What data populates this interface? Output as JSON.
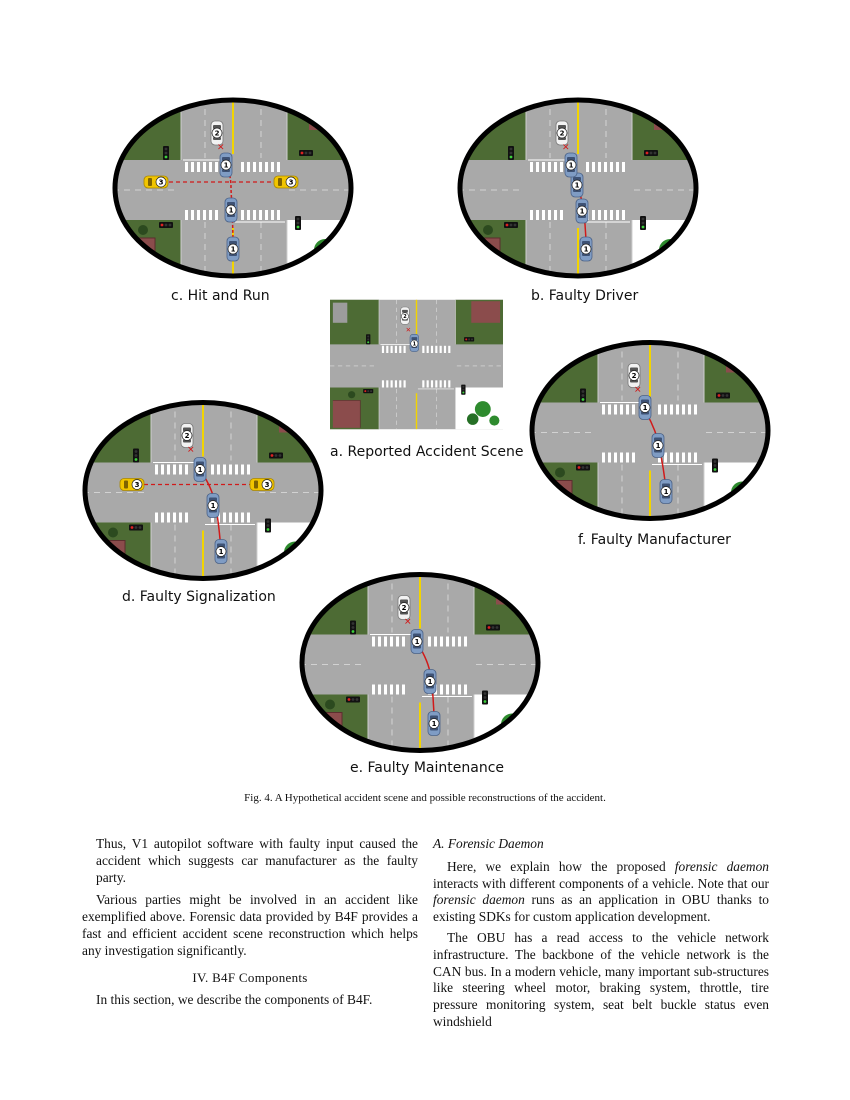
{
  "panels": {
    "a": {
      "caption": "a. Reported Accident Scene"
    },
    "b": {
      "caption": "b. Faulty Driver"
    },
    "c": {
      "caption": "c. Hit and Run"
    },
    "d": {
      "caption": "d. Faulty Signalization"
    },
    "e": {
      "caption": "e. Faulty Maintenance"
    },
    "f": {
      "caption": "f. Faulty Manufacturer"
    }
  },
  "car_labels": {
    "v1": "1",
    "v2": "2",
    "v3": "3"
  },
  "figure_caption": "Fig. 4.   A Hypothetical accident scene and possible reconstructions of the accident.",
  "left_column": {
    "quote": "Thus, V1 autopilot software with faulty input caused the accident which suggests car manufacturer as the faulty party.",
    "para1": "Various parties might be involved in an accident like exemplified above. Forensic data provided by B4F provides a fast and efficient accident scene reconstruction which helps any investigation significantly.",
    "section_heading": "IV. B4F Components",
    "para2": "In this section, we describe the components of B4F."
  },
  "right_column": {
    "subsection_heading": "A. Forensic Daemon",
    "para1_a": "Here, we explain how the proposed ",
    "para1_em1": "forensic daemon",
    "para1_b": " interacts with different components of a vehicle. Note that our ",
    "para1_em2": "forensic daemon",
    "para1_c": " runs as an application in OBU thanks to existing SDKs for custom application development.",
    "para2": "The OBU has a read access to the vehicle network infrastructure. The backbone of the vehicle network is the CAN bus. In a modern vehicle, many important sub-structures like steering wheel motor, braking system, throttle, tire pressure monitoring system, seat belt buckle status even windshield"
  },
  "colors": {
    "grass": "#4d6b34",
    "road": "#a9a9a9",
    "lane_yellow": "#f2d400",
    "car_blue": "#7f9cc4",
    "car_white": "#f2f2f2",
    "car_yellow": "#f2c500",
    "path_red": "#d11a1a",
    "frame_black": "#000000"
  }
}
